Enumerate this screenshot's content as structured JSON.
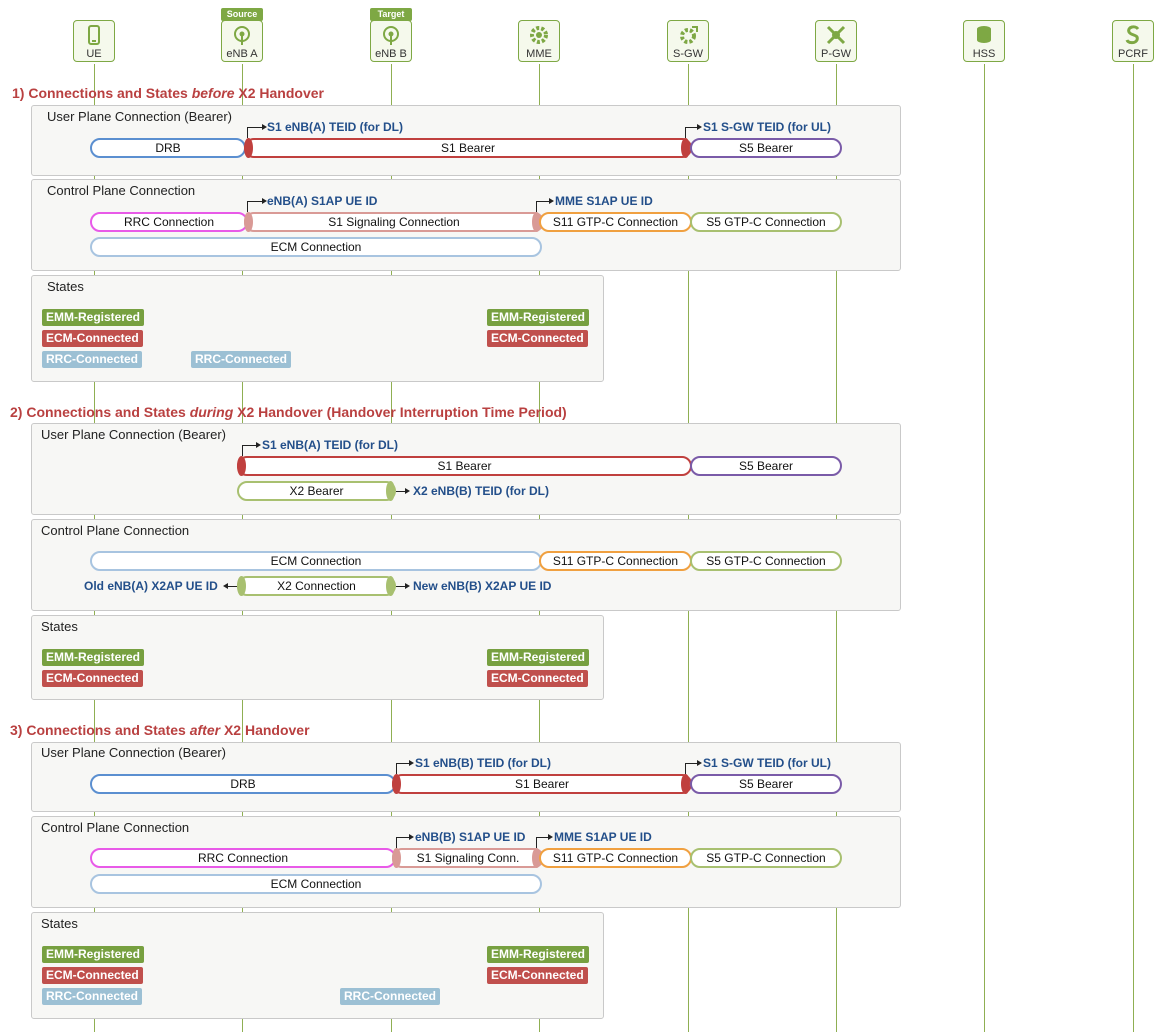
{
  "nodes": {
    "ue": "UE",
    "enba": "eNB A",
    "enbb": "eNB B",
    "mme": "MME",
    "sgw": "S-GW",
    "pgw": "P-GW",
    "hss": "HSS",
    "pcrf": "PCRF",
    "source_tag": "Source",
    "target_tag": "Target"
  },
  "s1": {
    "title_a": "1) Connections and States ",
    "title_em": "before",
    "title_b": " X2 Handover",
    "up_label": "User Plane Connection (Bearer)",
    "cp_label": "Control Plane Connection",
    "st_label": "States",
    "drb": "DRB",
    "s1b": "S1 Bearer",
    "s5b": "S5 Bearer",
    "note_enb_teid": "S1 eNB(A) TEID (for DL)",
    "note_sgw_teid": "S1 S-GW TEID (for UL)",
    "rrc": "RRC  Connection",
    "s1sig": "S1 Signaling Connection",
    "s11": "S11 GTP-C Connection",
    "s5c": "S5 GTP-C Connection",
    "ecm": "ECM Connection",
    "note_enb_s1ap": "eNB(A) S1AP UE ID",
    "note_mme_s1ap": "MME S1AP UE ID",
    "ue_emm": "EMM-Registered",
    "ue_ecm": "ECM-Connected",
    "ue_rrc": "RRC-Connected",
    "enb_rrc": "RRC-Connected",
    "mme_emm": "EMM-Registered",
    "mme_ecm": "ECM-Connected"
  },
  "s2": {
    "title_a": "2) Connections and States ",
    "title_em": "during",
    "title_b": " X2 Handover (Handover Interruption Time Period)",
    "up_label": "User Plane Connection (Bearer)",
    "cp_label": "Control Plane Connection",
    "st_label": "States",
    "note_enb_teid": "S1 eNB(A) TEID (for DL)",
    "s1b": "S1 Bearer",
    "s5b": "S5 Bearer",
    "x2b": "X2 Bearer",
    "note_x2_teid": "X2 eNB(B) TEID (for DL)",
    "ecm": "ECM Connection",
    "s11": "S11 GTP-C Connection",
    "s5c": "S5 GTP-C Connection",
    "x2c": "X2 Connection",
    "note_old": "Old eNB(A) X2AP UE ID",
    "note_new": "New eNB(B) X2AP UE ID",
    "ue_emm": "EMM-Registered",
    "ue_ecm": "ECM-Connected",
    "mme_emm": "EMM-Registered",
    "mme_ecm": "ECM-Connected"
  },
  "s3": {
    "title_a": "3) Connections and States ",
    "title_em": "after",
    "title_b": " X2 Handover",
    "up_label": "User Plane Connection (Bearer)",
    "cp_label": "Control Plane Connection",
    "st_label": "States",
    "drb": "DRB",
    "s1b": "S1 Bearer",
    "s5b": "S5 Bearer",
    "note_enb_teid": "S1 eNB(B) TEID (for DL)",
    "note_sgw_teid": "S1 S-GW TEID (for UL)",
    "rrc": "RRC Connection",
    "s1sig": "S1 Signaling Conn.",
    "s11": "S11 GTP-C Connection",
    "s5c": "S5 GTP-C Connection",
    "ecm": "ECM Connection",
    "note_enb_s1ap": "eNB(B) S1AP UE ID",
    "note_mme_s1ap": "MME S1AP UE ID",
    "ue_emm": "EMM-Registered",
    "ue_ecm": "ECM-Connected",
    "ue_rrc": "RRC-Connected",
    "enb_rrc": "RRC-Connected",
    "mme_emm": "EMM-Registered",
    "mme_ecm": "ECM-Connected"
  },
  "colors": {
    "node_green": "#7ea844",
    "drb": "#5b8fd0",
    "s1": "#c0403e",
    "s5": "#7a5ba8",
    "rrc": "#e85ae8",
    "s1sig": "#d99a96",
    "s11": "#f0a040",
    "s5c": "#a8c070",
    "ecm": "#a8c4e0",
    "x2": "#a8c070",
    "emm_badge": "#77a040",
    "ecm_badge": "#c0504d",
    "rrc_badge": "#9cc0d4",
    "title_red": "#b94040",
    "note_blue": "#234f8a"
  }
}
